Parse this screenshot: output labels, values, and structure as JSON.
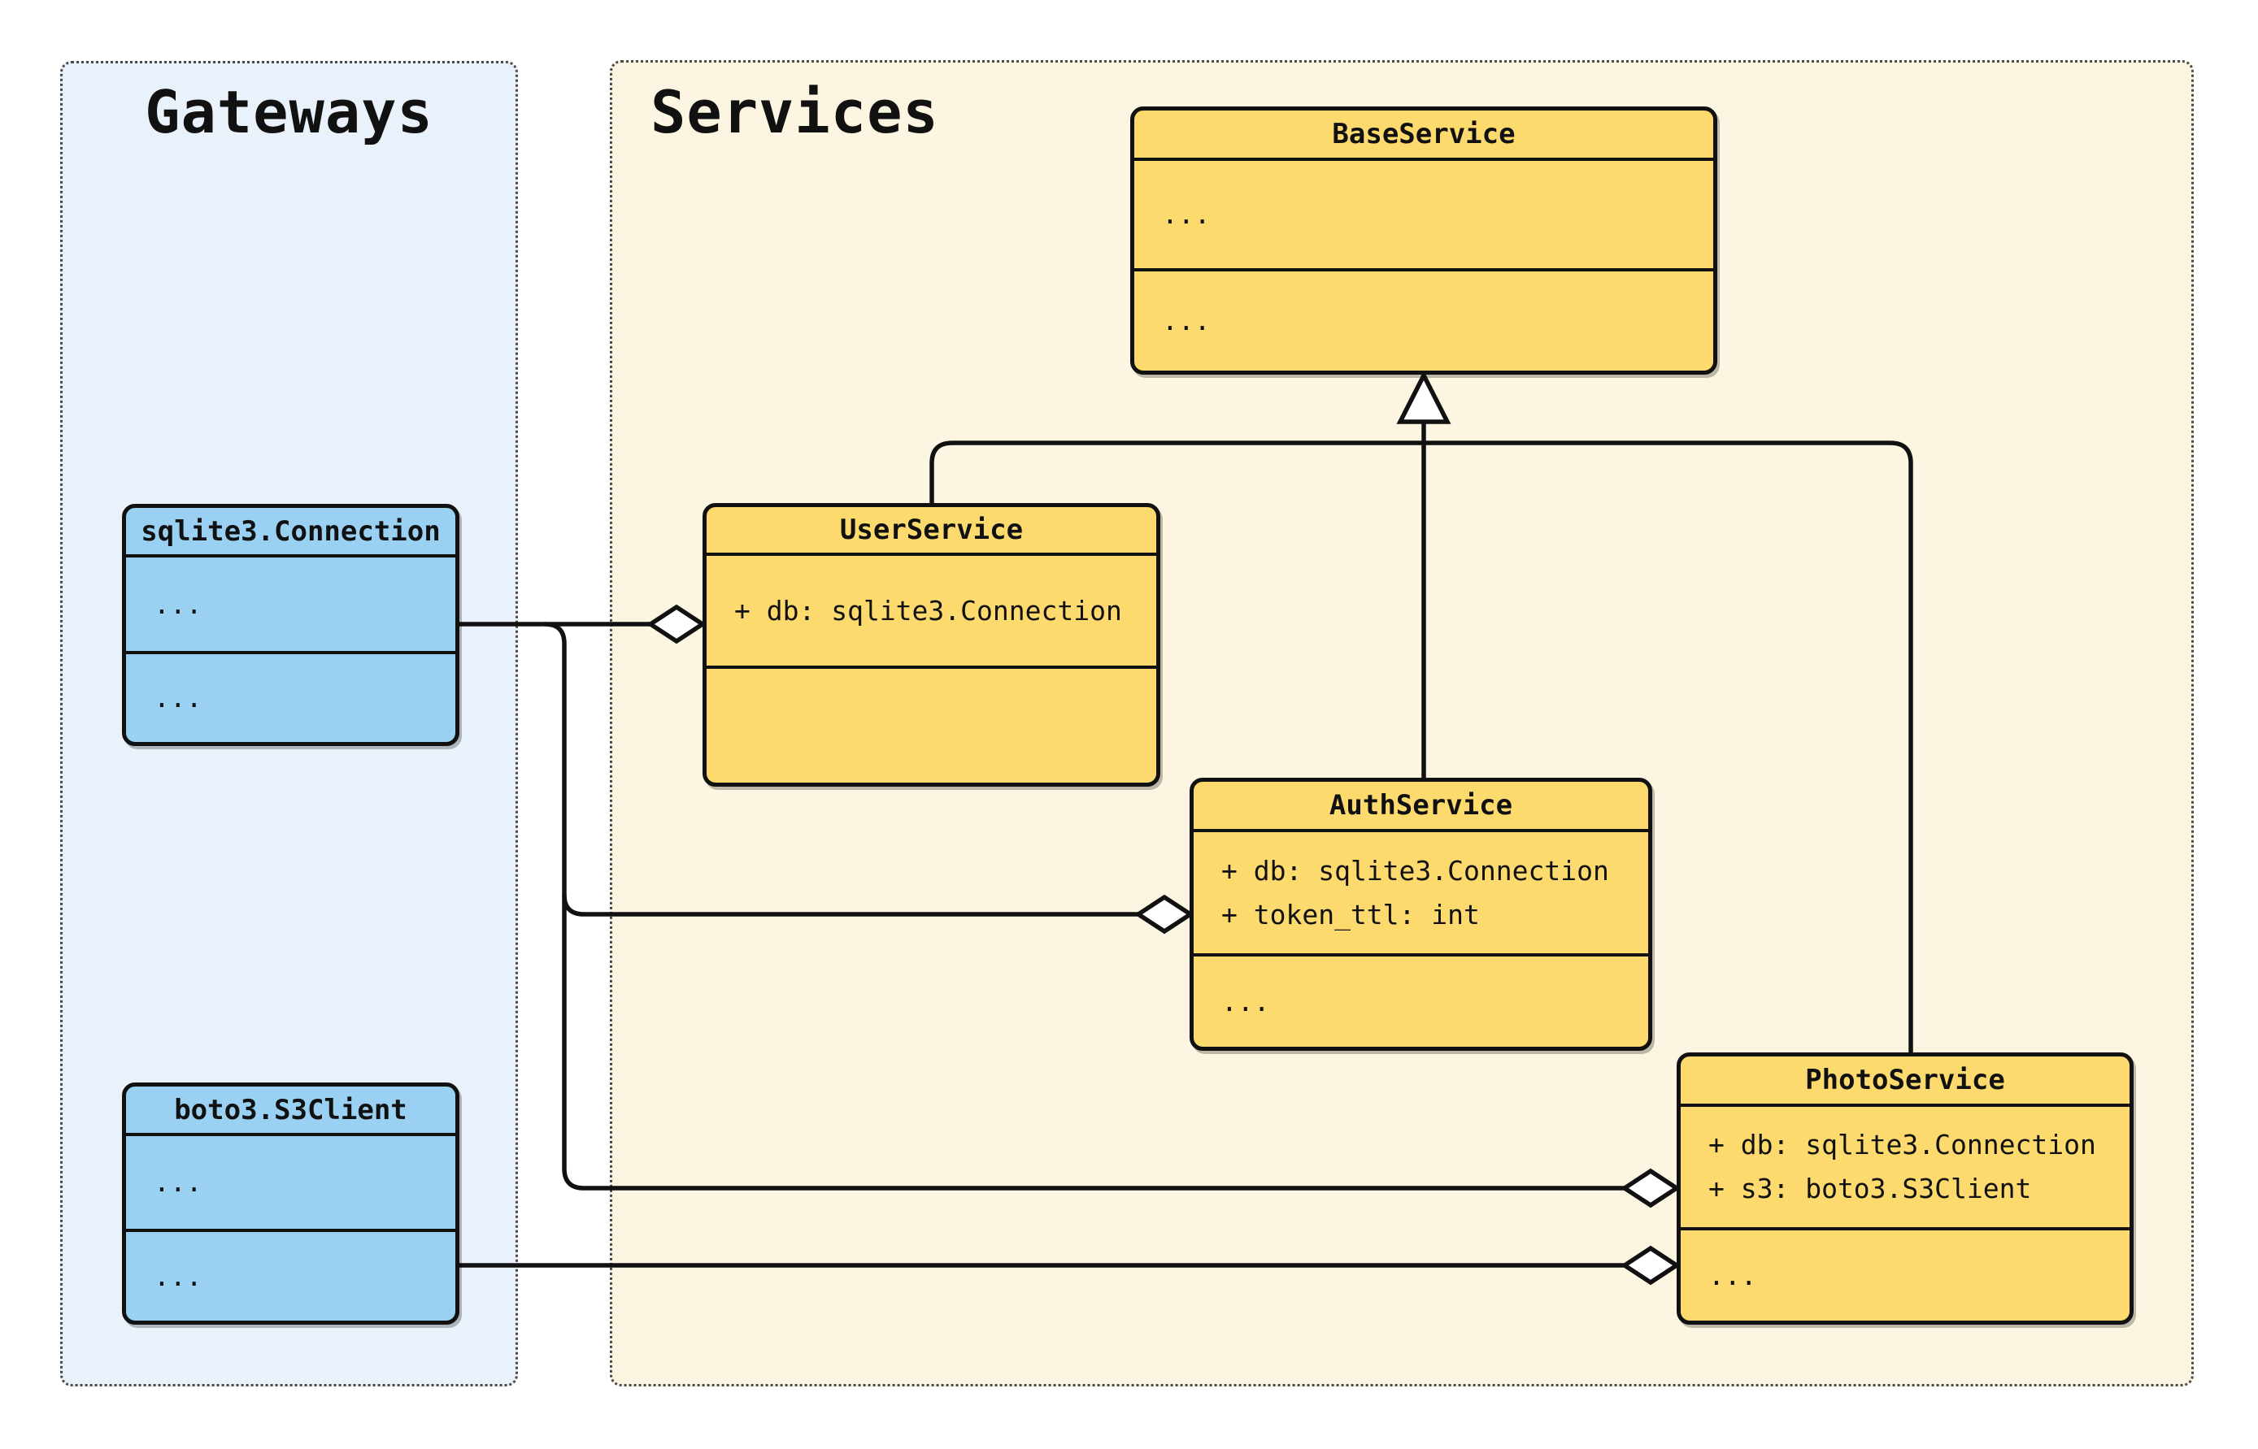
{
  "diagram": {
    "type": "uml-class-diagram",
    "groups": {
      "gateways": {
        "title": "Gateways"
      },
      "services": {
        "title": "Services"
      }
    },
    "classes": {
      "sqlite": {
        "name": "sqlite3.Connection",
        "attributes": [
          "..."
        ],
        "methods": [
          "..."
        ]
      },
      "boto3": {
        "name": "boto3.S3Client",
        "attributes": [
          "..."
        ],
        "methods": [
          "..."
        ]
      },
      "base": {
        "name": "BaseService",
        "attributes": [
          "..."
        ],
        "methods": [
          "..."
        ]
      },
      "user": {
        "name": "UserService",
        "attributes": [
          "+ db: sqlite3.Connection"
        ],
        "methods": []
      },
      "auth": {
        "name": "AuthService",
        "attributes": [
          "+ db: sqlite3.Connection",
          "+ token_ttl: int"
        ],
        "methods": [
          "..."
        ]
      },
      "photo": {
        "name": "PhotoService",
        "attributes": [
          "+ db: sqlite3.Connection",
          "+ s3: boto3.S3Client"
        ],
        "methods": [
          "..."
        ]
      }
    },
    "relationships": {
      "inheritance": [
        {
          "child": "UserService",
          "parent": "BaseService"
        },
        {
          "child": "AuthService",
          "parent": "BaseService"
        },
        {
          "child": "PhotoService",
          "parent": "BaseService"
        }
      ],
      "aggregations": [
        {
          "whole": "UserService",
          "part": "sqlite3.Connection"
        },
        {
          "whole": "AuthService",
          "part": "sqlite3.Connection"
        },
        {
          "whole": "PhotoService",
          "part": "sqlite3.Connection"
        },
        {
          "whole": "PhotoService",
          "part": "boto3.S3Client"
        }
      ]
    },
    "colors": {
      "gateway_class_fill": "#9ad0f2",
      "service_class_fill": "#fcda6e",
      "gateways_group_bg": "#e9f1fb",
      "services_group_bg": "#fcf5e1",
      "line": "#111111",
      "page_bg": "#ffffff"
    }
  }
}
